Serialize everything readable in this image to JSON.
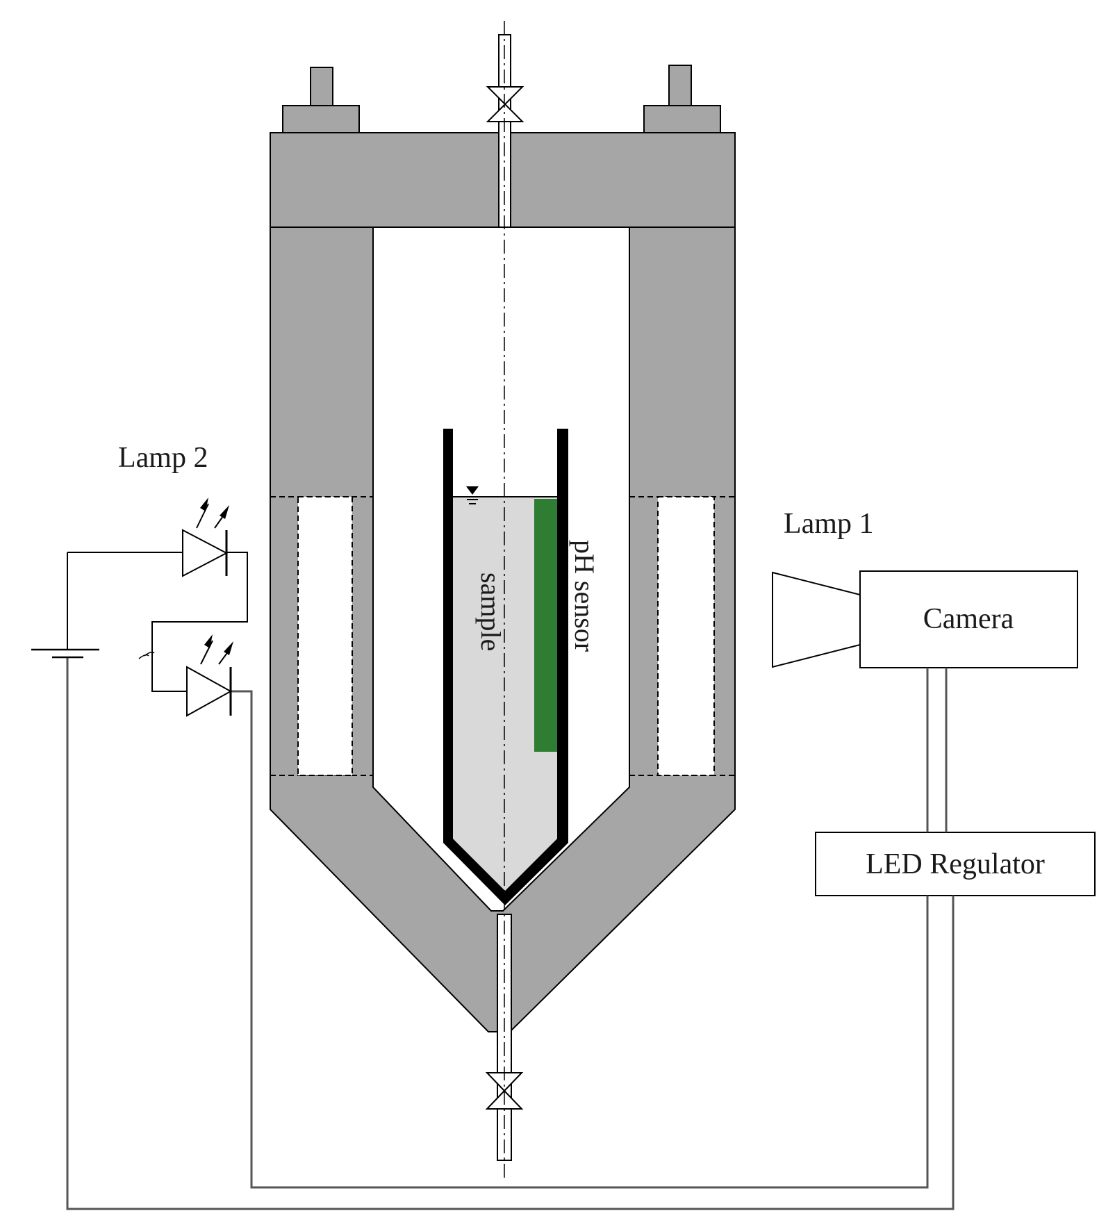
{
  "labels": {
    "lamp2": "Lamp 2",
    "lamp1": "Lamp 1",
    "camera": "Camera",
    "led_regulator": "LED Regulator",
    "sample": "sample",
    "ph_sensor": "pH sensor"
  },
  "colors": {
    "body": "#a6a6a6",
    "sample_fill": "#d9d9d9",
    "sensor": "#2e7d32",
    "line": "#000000",
    "wire": "#555555"
  }
}
